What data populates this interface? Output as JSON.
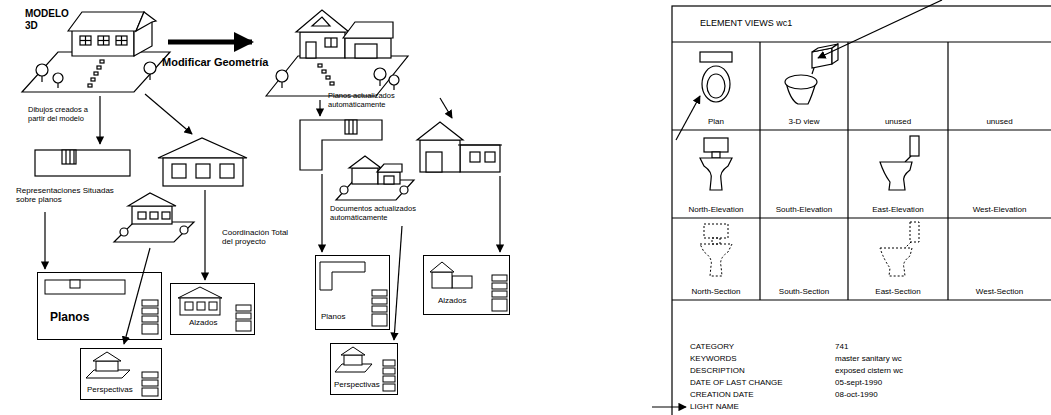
{
  "diagram": {
    "nodes": [
      {
        "text": [
          "Planos"
        ]
      },
      {
        "text": [
          "Alzados"
        ]
      },
      {
        "text": [
          "Perspectivas"
        ]
      },
      {
        "text": [
          "Planos"
        ]
      },
      {
        "text": [
          "Alzados"
        ]
      },
      {
        "text": [
          "Perspectivas"
        ]
      }
    ],
    "labels": [
      "MODELO 3D",
      "Modificar Geometría",
      "Dibujos creados a partir del modelo",
      "Representaciones Situadas sobre planos",
      "Coordinación Total del proyecto",
      "Planos actualizados automáticamente",
      "Documentos actualizados automáticamente",
      "ELEMENT VIEWS wc1",
      "Plan",
      "3-D view",
      "unused",
      "unused",
      "North-Elevation",
      "South-Elevation",
      "East-Elevation",
      "West-Elevation",
      "North-Section",
      "South-Section",
      "East-Section",
      "West-Section",
      "CATEGORY",
      "KEYWORDS",
      "DESCRIPTION",
      "DATE OF LAST CHANGE",
      "CREATION DATE",
      "LIGHT NAME",
      "741",
      "master sanitary wc",
      "exposed cistern wc",
      "05-sept-1990",
      "08-oct-1990"
    ]
  }
}
